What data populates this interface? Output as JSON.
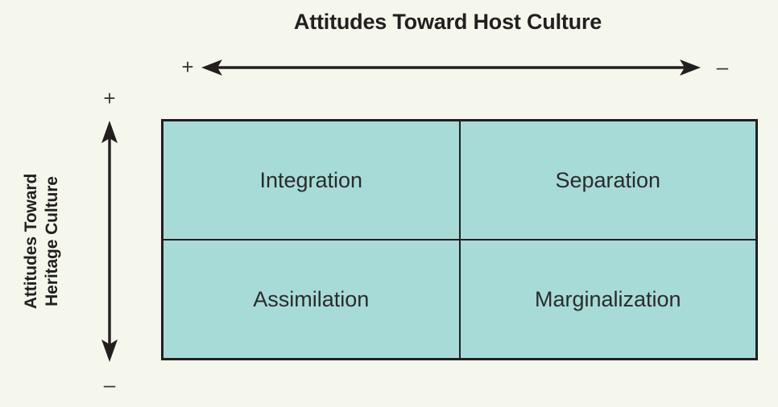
{
  "figure": {
    "background_color": "#f5f7ec",
    "cell_fill_color": "#a7dbd8",
    "line_color": "#231f20",
    "text_color": "#231f20"
  },
  "top_axis": {
    "title": "Attitudes Toward Host Culture",
    "positive_sign": "+",
    "negative_sign": "–",
    "arrow": "double-headed-horizontal-arrow"
  },
  "left_axis": {
    "title_line1": "Attitudes Toward",
    "title_line2": "Heritage Culture",
    "positive_sign": "+",
    "negative_sign": "–",
    "arrow": "double-headed-vertical-arrow"
  },
  "matrix": {
    "cells": [
      {
        "id": "top-left",
        "label": "Integration"
      },
      {
        "id": "top-right",
        "label": "Separation"
      },
      {
        "id": "bottom-left",
        "label": "Assimilation"
      },
      {
        "id": "bottom-right",
        "label": "Marginalization"
      }
    ]
  },
  "chart_data": {
    "type": "table",
    "title": "Attitudes Toward Host Culture",
    "xlabel": "Attitudes Toward Host Culture",
    "ylabel": "Attitudes Toward Heritage Culture",
    "x_categories": [
      "+ (positive toward host culture)",
      "– (negative toward host culture)"
    ],
    "y_categories": [
      "+ (positive toward heritage culture)",
      "– (negative toward heritage culture)"
    ],
    "cells": [
      [
        "Integration",
        "Separation"
      ],
      [
        "Assimilation",
        "Marginalization"
      ]
    ],
    "grid": true,
    "legend": "none",
    "notes": "2x2 acculturation strategies matrix; horizontal axis runs + (left) to – (right); vertical axis runs + (top) to – (bottom)."
  }
}
